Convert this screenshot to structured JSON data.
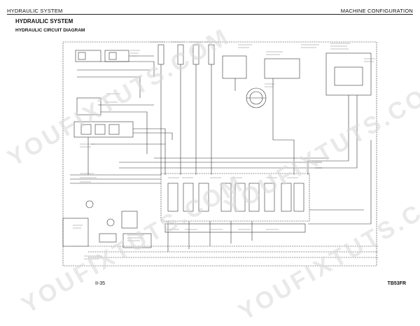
{
  "header": {
    "left": "HYDRAULIC SYSTEM",
    "right": "MACHINE CONFIGURATION"
  },
  "titles": {
    "section": "HYDRAULIC SYSTEM",
    "diagram": "HYDRAULIC CIRCUIT DIAGRAM"
  },
  "footer": {
    "page": "II-35",
    "model": "TB53FR"
  },
  "watermark": {
    "text": "YOUFIXTUTS.COM"
  }
}
